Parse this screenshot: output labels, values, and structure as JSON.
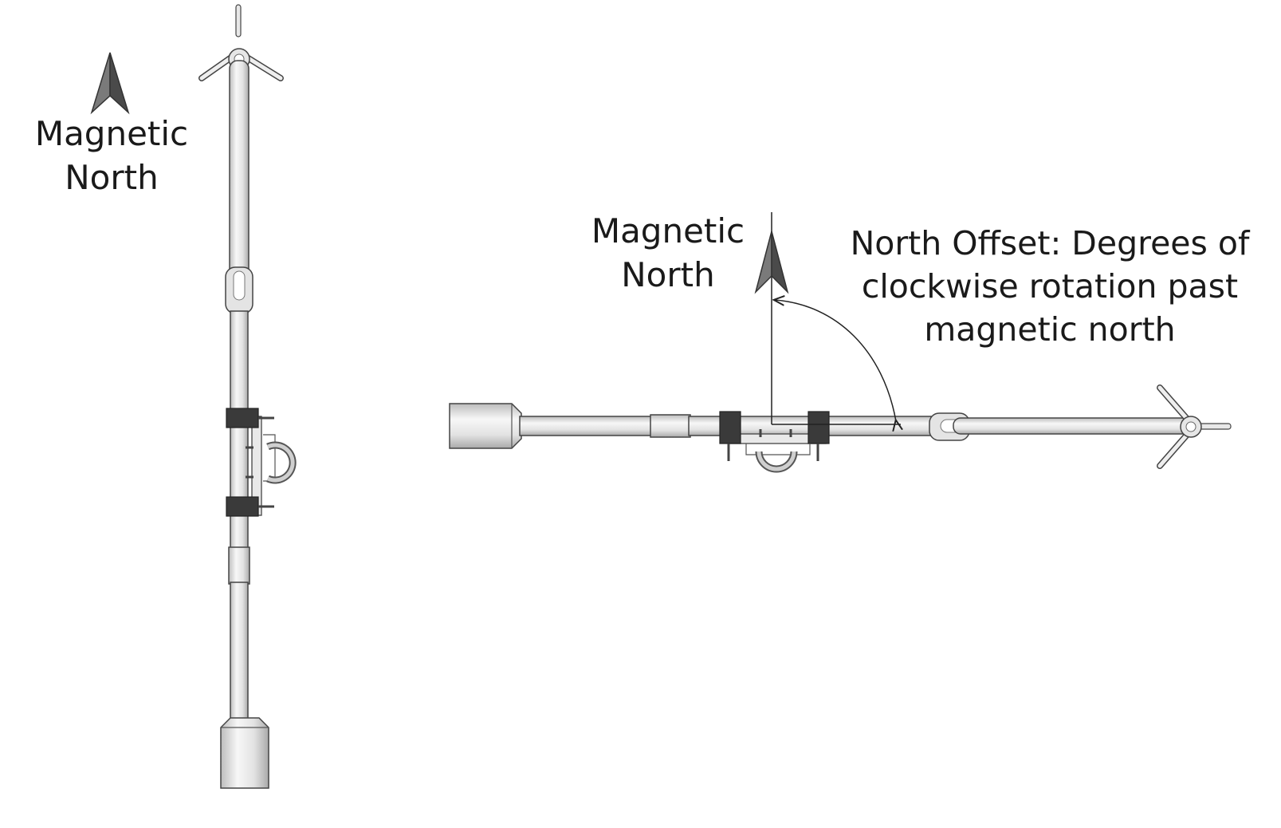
{
  "labels": {
    "left_north": {
      "line1": "Magnetic",
      "line2": "North"
    },
    "right_north": {
      "line1": "Magnetic",
      "line2": "North"
    },
    "north_offset": {
      "line1": "North Offset: Degrees of",
      "line2": "clockwise rotation past",
      "line3": "magnetic north"
    }
  },
  "colors": {
    "metal_light": "#f2f2f2",
    "metal_mid": "#c9c9c9",
    "metal_dark": "#8a8a8a",
    "outline": "#3a3a3a",
    "clamp": "#2e2e2e",
    "arrow": "#555555"
  },
  "icons": {
    "north_arrow": "north-arrow-icon",
    "wind_vane": "wind-vane-icon"
  }
}
